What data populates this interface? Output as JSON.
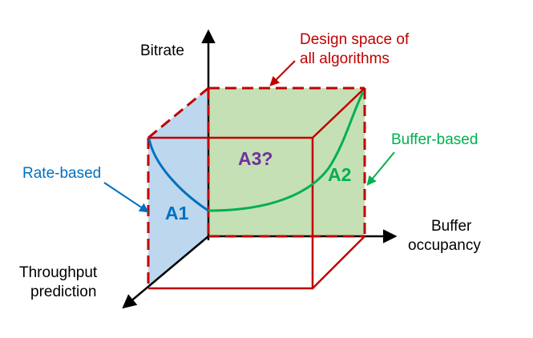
{
  "axes": {
    "y_label": "Bitrate",
    "x_label_line1": "Buffer",
    "x_label_line2": "occupancy",
    "z_label_line1": "Throughput",
    "z_label_line2": "prediction"
  },
  "annotations": {
    "design_space_line1": "Design space of",
    "design_space_line2": "all algorithms",
    "rate_based": "Rate-based",
    "buffer_based": "Buffer-based"
  },
  "regions": {
    "a1": "A1",
    "a2": "A2",
    "a3": "A3?"
  },
  "colors": {
    "cube_red": "#C00000",
    "rate_blue": "#0070C0",
    "buffer_green": "#00B050",
    "a3_purple": "#7030A0",
    "blue_face": "#BDD7EE",
    "green_face": "#C5E0B4",
    "axis": "#000000",
    "text": "#000000"
  }
}
